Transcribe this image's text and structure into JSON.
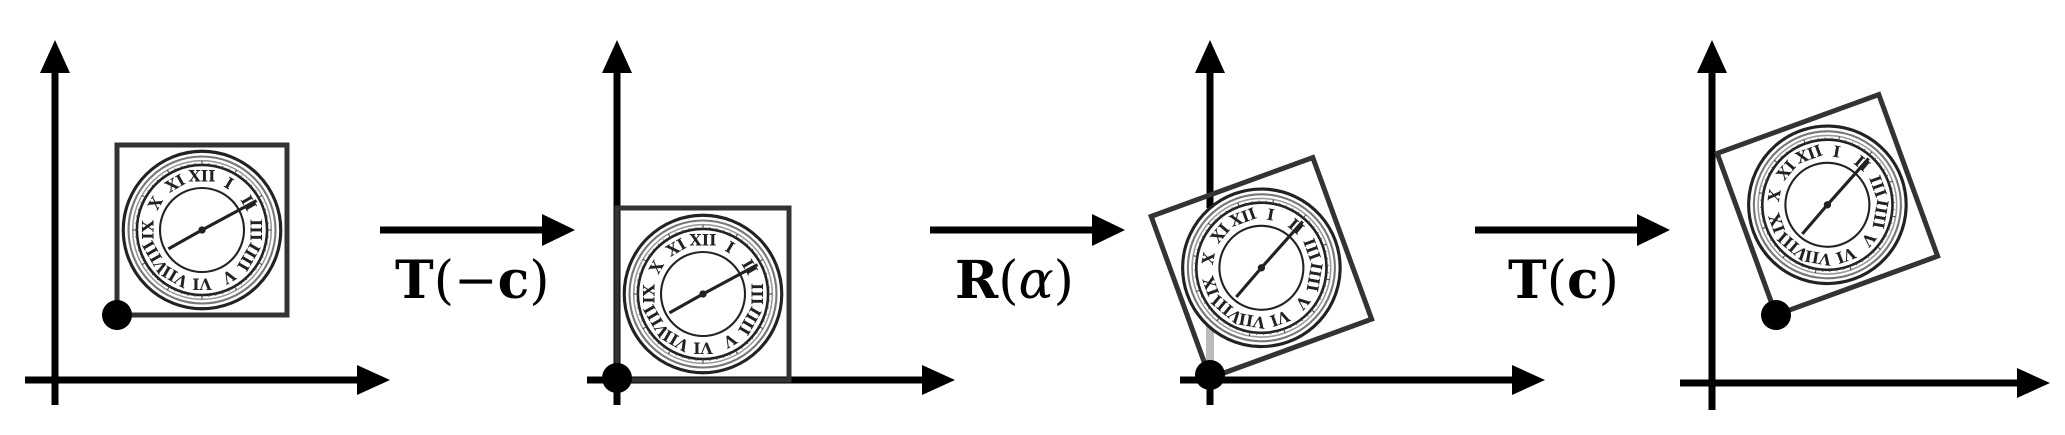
{
  "diagram": {
    "steps": [
      {
        "name": "translate-to-origin",
        "label_main": "T",
        "label_open": "(",
        "label_sign": "−",
        "label_arg": "c",
        "label_close": ")"
      },
      {
        "name": "rotate",
        "label_main": "R",
        "label_open": "(",
        "label_sign": "",
        "label_arg": "α",
        "label_close": ")"
      },
      {
        "name": "translate-back",
        "label_main": "T",
        "label_open": "(",
        "label_sign": "",
        "label_arg": "c",
        "label_close": ")"
      }
    ],
    "panels": [
      {
        "name": "original",
        "rotation_deg": 0
      },
      {
        "name": "at-origin",
        "rotation_deg": 0
      },
      {
        "name": "rotated-at-origin",
        "rotation_deg": -20
      },
      {
        "name": "rotated-translated-back",
        "rotation_deg": -20
      }
    ],
    "clock_numerals": [
      "XII",
      "I",
      "II",
      "III",
      "IIII",
      "V",
      "VI",
      "VII",
      "VIII",
      "IX",
      "X",
      "XI"
    ],
    "colors": {
      "axis": "#000000",
      "frame": "#333333",
      "clock": "#222222",
      "pivot": "#000000"
    }
  }
}
